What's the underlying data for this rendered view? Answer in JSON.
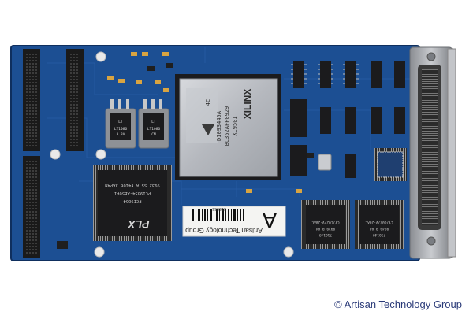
{
  "photo": {
    "subject": "PMC circuit board",
    "colors": {
      "board": "#1c4f93",
      "board_dark": "#173f7a",
      "trace": "#2a5fa8",
      "connector": "#1a1a1a",
      "chip_black": "#1b1b1d",
      "chip_silver": "#b9bcc2",
      "bracket": "#9da0a5"
    }
  },
  "fpga": {
    "brand": "XILINX",
    "lines": [
      "XC9501",
      "BC352AFP0929",
      "D1093445A",
      "4C"
    ]
  },
  "plx_chip": {
    "logo": "PLX",
    "lines": [
      "PCI9054-AB50PI",
      "9932 SS A F4106 JAPAN",
      "PCI9054"
    ]
  },
  "regulators": [
    {
      "brand": "LT",
      "lines": [
        "LT1086",
        "3.3V"
      ]
    },
    {
      "brand": "LT",
      "lines": [
        "LT1086",
        "CM"
      ]
    }
  ],
  "sram_chips": [
    {
      "lines": [
        "CY7C027V-20AC",
        "9939 B 04",
        "710149"
      ]
    },
    {
      "lines": [
        "CY7C027V-20AC",
        "9940 B 04",
        "710149"
      ]
    }
  ],
  "label": {
    "company": "Artisan Technology Group",
    "barcode_number": "316065"
  },
  "credit": {
    "symbol": "©",
    "text": "Artisan Technology Group"
  }
}
